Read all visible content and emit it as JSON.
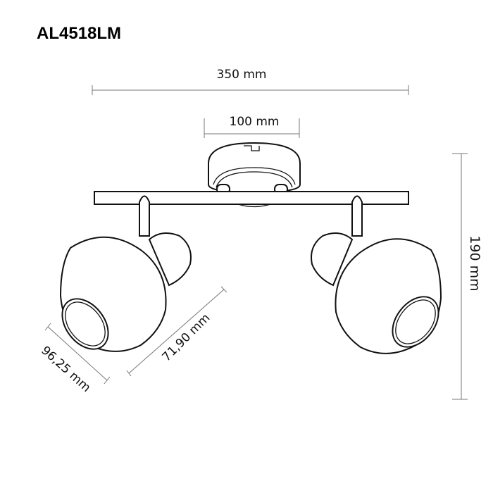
{
  "title": "AL4518LM",
  "dimensions": {
    "total_width": "350 mm",
    "canopy_width": "100 mm",
    "height": "190 mm",
    "shade_diameter": "96,25 mm",
    "shade_depth": "71,90 mm"
  }
}
